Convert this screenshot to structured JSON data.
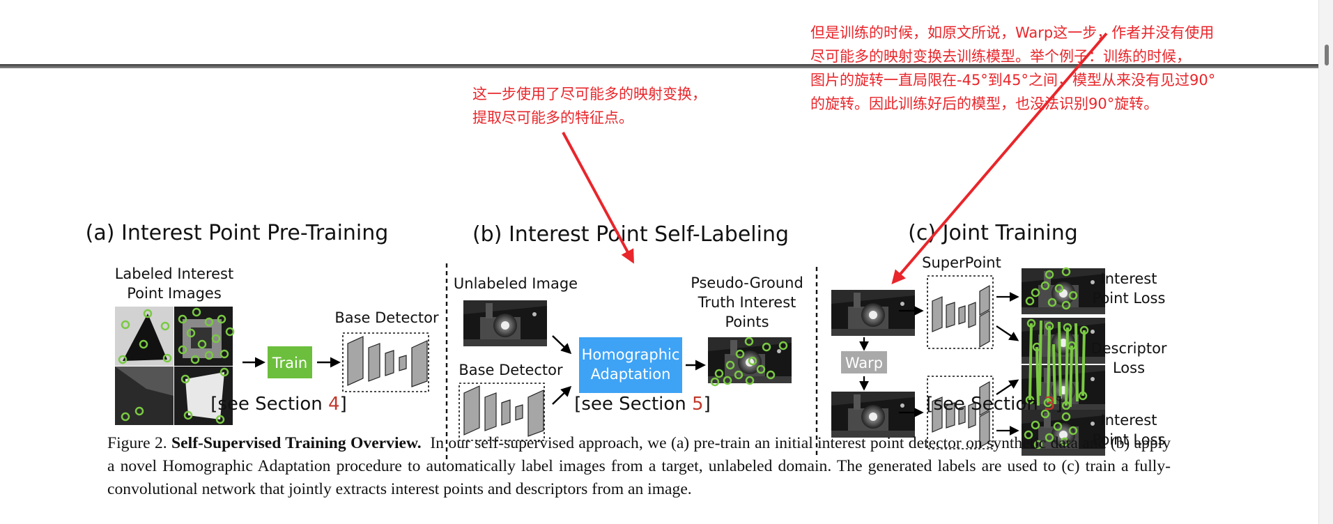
{
  "panels": {
    "a": {
      "title": "(a) Interest Point Pre-Training",
      "labeled_images": [
        "Labeled Interest",
        "Point Images"
      ],
      "train": "Train",
      "base_detector": "Base Detector",
      "see_prefix": "[see Section ",
      "see_num": "4",
      "see_suffix": "]"
    },
    "b": {
      "title": "(b) Interest Point Self-Labeling",
      "unlabeled_image": "Unlabeled Image",
      "base_detector": "Base Detector",
      "homographic": [
        "Homographic",
        "Adaptation"
      ],
      "pseudo": [
        "Pseudo-Ground",
        "Truth Interest",
        "Points"
      ],
      "see_prefix": "[see Section ",
      "see_num": "5",
      "see_suffix": "]"
    },
    "c": {
      "title": "(c) Joint Training",
      "superpoint": "SuperPoint",
      "warp": "Warp",
      "interest_loss_1": [
        "Interest",
        "Point Loss"
      ],
      "descriptor_loss": [
        "Descriptor",
        "Loss"
      ],
      "interest_loss_2": [
        "Interest",
        "Point Loss"
      ],
      "see_prefix": "[see Section ",
      "see_num": "3",
      "see_suffix": "]"
    }
  },
  "caption": {
    "label": "Figure 2.",
    "bold": "Self-Supervised Training Overview.",
    "text": "In our self-supervised approach, we (a) pre-train an initial interest point detector on synthetic data and (b) apply a novel Homographic Adaptation procedure to automatically label images from a target, unlabeled domain. The generated labels are used to (c) train a fully-convolutional network that jointly extracts interest points and descriptors from an image."
  },
  "annotations": {
    "note1": [
      "这一步使用了尽可能多的映射变换，",
      "提取尽可能多的特征点。"
    ],
    "note2": [
      "但是训练的时候，如原文所说，Warp这一步，作者并没有使用",
      "尽可能多的映射变换去训练模型。举个例子：训练的时候，",
      "图片的旋转一直局限在-45°到45°之间，模型从来没有见过90°",
      "的旋转。因此训练好后的模型，也没法识别90°旋转。"
    ]
  },
  "colors": {
    "accent_red": "#e8262b",
    "train_green": "#6cbf3c",
    "homographic_blue": "#3ea3f5",
    "section_number": "#c0392b",
    "keypoint_green": "#7ac943"
  }
}
